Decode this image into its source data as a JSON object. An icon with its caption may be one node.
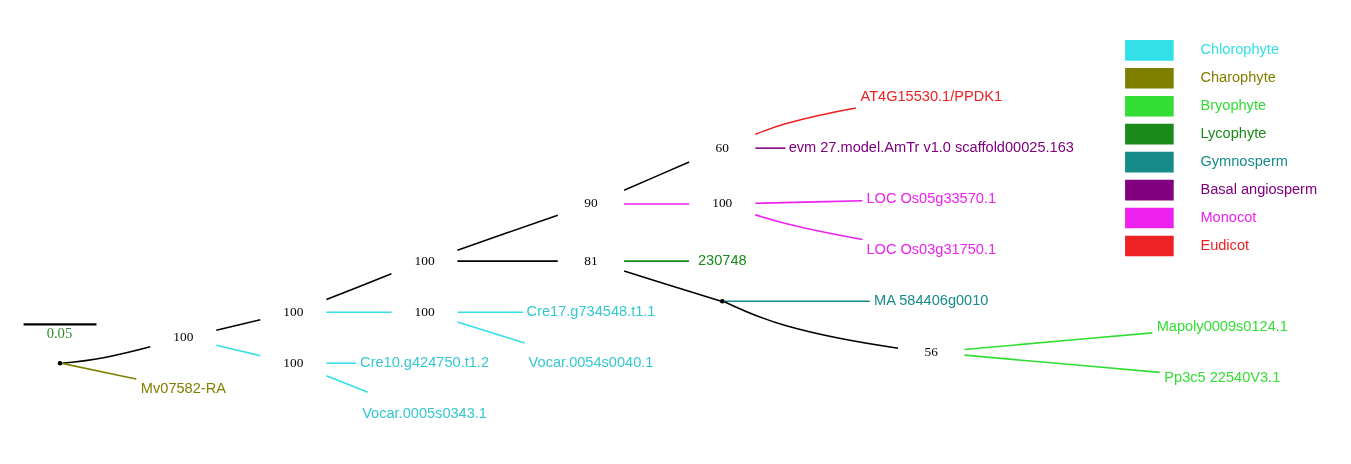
{
  "diagram": {
    "nodes": [
      {
        "text": [],
        "shape": "point"
      },
      {
        "text": [
          "100"
        ]
      },
      {
        "text": [
          "100"
        ]
      },
      {
        "text": [
          "100"
        ]
      },
      {
        "text": [
          "90"
        ]
      },
      {
        "text": [
          "60"
        ]
      },
      {
        "text": [
          "AT4G15530.1/PPDK1"
        ]
      },
      {
        "text": [
          "evm 27.model.AmTr v1.0 scaffold00025.163"
        ]
      },
      {
        "text": [
          "100"
        ]
      },
      {
        "text": [
          "LOC Os05g33570.1"
        ]
      },
      {
        "text": [
          "LOC Os03g31750.1"
        ]
      },
      {
        "text": [
          "81"
        ]
      },
      {
        "text": [
          "230748"
        ]
      },
      {
        "text": [],
        "shape": "point"
      },
      {
        "text": [
          "MA 584406g0010"
        ]
      },
      {
        "text": [
          "56"
        ]
      },
      {
        "text": [
          "Mapoly0009s0124.1"
        ]
      },
      {
        "text": [
          "Pp3c5 22540V3.1"
        ]
      },
      {
        "text": [
          "100"
        ]
      },
      {
        "text": [
          "Cre17.g734548.t1.1"
        ]
      },
      {
        "text": [
          "Vocar.0054s0040.1"
        ]
      },
      {
        "text": [
          "100"
        ]
      },
      {
        "text": [
          "Cre10.g424750.t1.2"
        ]
      },
      {
        "text": [
          "Vocar.0005s0343.1"
        ]
      },
      {
        "text": [
          "Mv07582-RA"
        ]
      }
    ],
    "edges": [
      {
        "from": 0,
        "to": 1,
        "arrow": "none"
      },
      {
        "from": 1,
        "to": 2,
        "arrow": "none"
      },
      {
        "from": 2,
        "to": 3,
        "arrow": "none"
      },
      {
        "from": 3,
        "to": 4,
        "arrow": "none"
      },
      {
        "from": 4,
        "to": 5,
        "arrow": "none"
      },
      {
        "from": 5,
        "to": 6,
        "arrow": "none",
        "color": "#ee2222"
      },
      {
        "from": 5,
        "to": 7,
        "arrow": "none",
        "color": "#800080"
      },
      {
        "from": 4,
        "to": 8,
        "arrow": "none",
        "color": "#ee22ee"
      },
      {
        "from": 8,
        "to": 9,
        "arrow": "none",
        "color": "#ee22ee"
      },
      {
        "from": 8,
        "to": 10,
        "arrow": "none",
        "color": "#ee22ee"
      },
      {
        "from": 3,
        "to": 11,
        "arrow": "none"
      },
      {
        "from": 11,
        "to": 12,
        "arrow": "none",
        "color": "#1a8a1a"
      },
      {
        "from": 11,
        "to": 13,
        "arrow": "none"
      },
      {
        "from": 13,
        "to": 14,
        "arrow": "none",
        "color": "#178a8a"
      },
      {
        "from": 13,
        "to": 15,
        "arrow": "none"
      },
      {
        "from": 15,
        "to": 16,
        "arrow": "none",
        "color": "#33dd33"
      },
      {
        "from": 15,
        "to": 17,
        "arrow": "none",
        "color": "#33dd33"
      },
      {
        "from": 2,
        "to": 18,
        "arrow": "none",
        "color": "#33e0e8"
      },
      {
        "from": 18,
        "to": 19,
        "arrow": "none",
        "color": "#33e0e8"
      },
      {
        "from": 18,
        "to": 20,
        "arrow": "none",
        "color": "#33e0e8"
      },
      {
        "from": 1,
        "to": 21,
        "arrow": "none",
        "color": "#33e0e8"
      },
      {
        "from": 21,
        "to": 22,
        "arrow": "none",
        "color": "#33e0e8"
      },
      {
        "from": 21,
        "to": 23,
        "arrow": "none",
        "color": "#33e0e8"
      },
      {
        "from": 0,
        "to": 24,
        "arrow": "none",
        "color": "#808000"
      }
    ],
    "labels": [
      "0.05"
    ],
    "legend": [
      {
        "text": "Chlorophyte",
        "color": "#33e0e8"
      },
      {
        "text": "Charophyte",
        "color": "#808000"
      },
      {
        "text": "Bryophyte",
        "color": "#33dd33"
      },
      {
        "text": "Lycophyte",
        "color": "#1a8a1a"
      },
      {
        "text": "Gymnosperm",
        "color": "#178a8a"
      },
      {
        "text": "Basal angiosperm",
        "color": "#800080"
      },
      {
        "text": "Monocot",
        "color": "#ee22ee"
      },
      {
        "text": "Eudicot",
        "color": "#ee2222"
      }
    ]
  }
}
